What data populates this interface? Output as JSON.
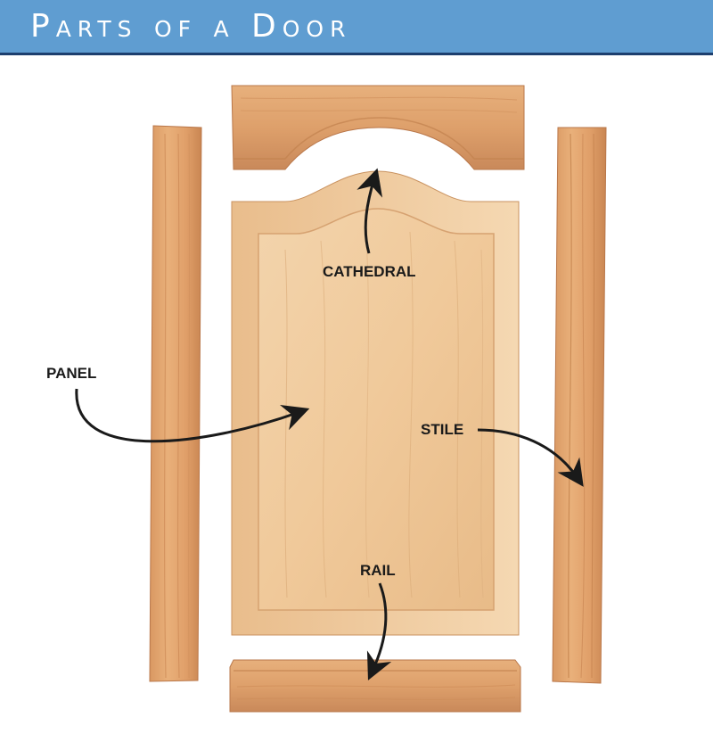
{
  "header": {
    "title": "Parts of a Door"
  },
  "labels": {
    "cathedral": "CATHEDRAL",
    "panel": "PANEL",
    "stile": "STILE",
    "rail": "RAIL"
  },
  "colors": {
    "header_bg": "#5f9dd1",
    "header_rule": "#1d3f6e",
    "wood_light": "#f2cfa4",
    "wood_mid": "#e7b383",
    "wood_dark": "#c98a57",
    "arrow": "#1a1a1a"
  }
}
